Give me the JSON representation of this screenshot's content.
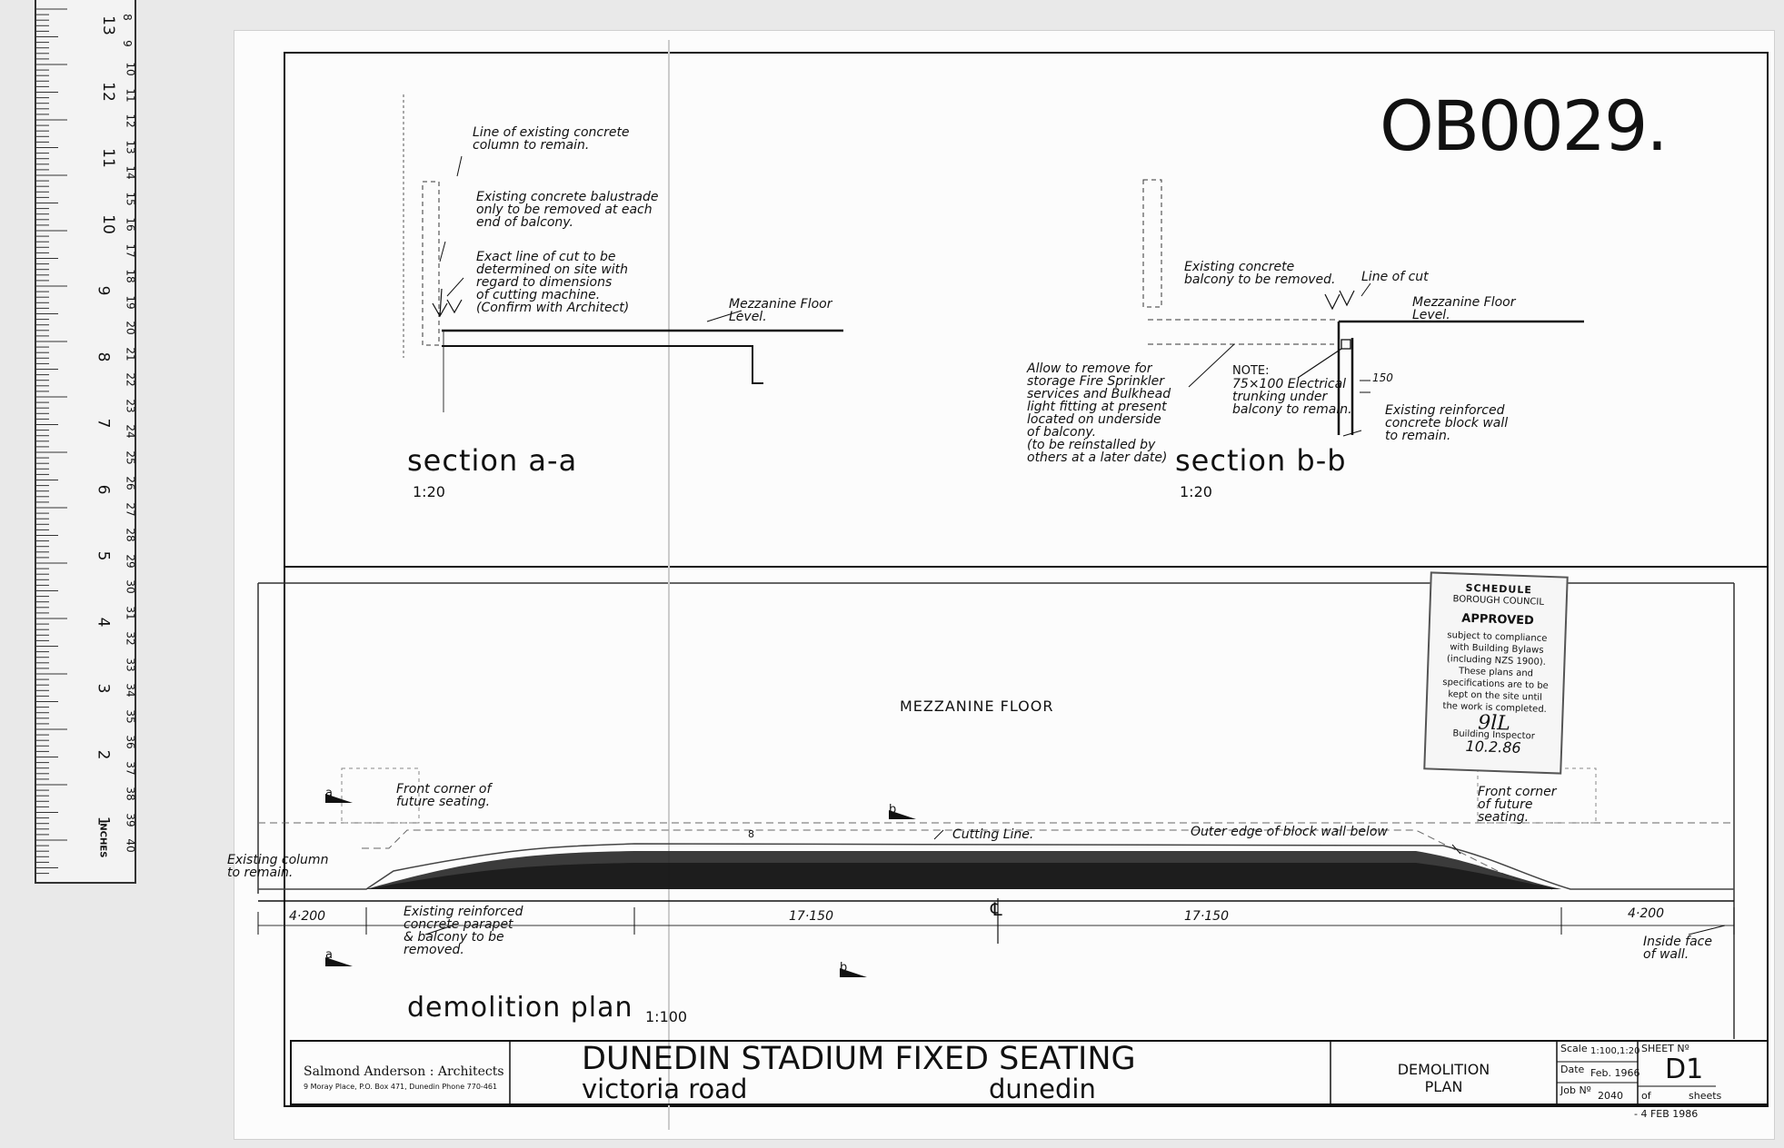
{
  "ruler": {
    "inch_labels": [
      "13",
      "12",
      "11",
      "10",
      "9",
      "8",
      "7",
      "6",
      "5",
      "4",
      "3",
      "2",
      "1"
    ],
    "cm_labels": [
      "8",
      "9",
      "10",
      "11",
      "12",
      "13",
      "14",
      "15",
      "16",
      "17",
      "18",
      "19",
      "20",
      "21",
      "22",
      "23",
      "24",
      "25",
      "26",
      "27",
      "28",
      "29",
      "30",
      "31",
      "32",
      "33",
      "34",
      "35",
      "36",
      "37",
      "38",
      "39",
      "40"
    ],
    "tag": "INCHES"
  },
  "archive_number": "OB0029.",
  "section_a": {
    "title": "section  a-a",
    "scale": "1:20",
    "note_column": [
      "Line of existing concrete",
      "column to remain."
    ],
    "note_balustrade": [
      "Existing concrete balustrade",
      "only to be removed at each",
      "end of balcony."
    ],
    "note_cut": [
      "Exact line of cut to be",
      "determined on site with",
      "regard to dimensions",
      "of cutting machine.",
      "(Confirm with Architect)"
    ],
    "note_mezzanine": [
      "Mezzanine Floor",
      "Level."
    ]
  },
  "section_b": {
    "title": "section  b-b",
    "scale": "1:20",
    "note_balcony": [
      "Existing concrete",
      "balcony to be removed."
    ],
    "note_line_of_cut": "Line of cut",
    "note_mezzanine": [
      "Mezzanine Floor",
      "Level."
    ],
    "note_allow": [
      "Allow to remove for",
      "storage Fire Sprinkler",
      "services and Bulkhead",
      "light fitting at present",
      "located on underside",
      "of balcony.",
      "(to be reinstalled by",
      "others at a later date)"
    ],
    "note_heading": "NOTE:",
    "note_trunking": [
      "75×100 Electrical",
      "trunking under",
      "balcony to remain."
    ],
    "dim_150": "150",
    "note_wall": [
      "Existing reinforced",
      "concrete block wall",
      "to remain."
    ]
  },
  "plan": {
    "title": "demolition plan",
    "scale": "1:100",
    "mezzanine_label": "MEZZANINE FLOOR",
    "front_corner_left": [
      "Front corner of",
      "future seating."
    ],
    "front_corner_right": [
      "Front corner",
      "of future",
      "seating."
    ],
    "cutting_line": "Cutting Line.",
    "outer_edge": "Outer edge of block wall below",
    "existing_column": [
      "Existing column",
      "to remain."
    ],
    "existing_parapet": [
      "Existing reinforced",
      "concrete parapet",
      "& balcony to be",
      "removed."
    ],
    "inside_face": [
      "Inside face",
      "of wall."
    ],
    "dim_left": "4·200",
    "dim_mid_left": "17·150",
    "dim_mid_right": "17·150",
    "dim_right": "4·200",
    "section_marker_a": "a",
    "section_marker_b": "b",
    "centerline": "℄",
    "level_mark": "8"
  },
  "stamp": {
    "head": "SCHEDULE",
    "sub": "BOROUGH COUNCIL",
    "approved": "APPROVED",
    "lines": [
      "subject to compliance",
      "with Building Bylaws",
      "(including NZS 1900).",
      "These plans and",
      "specifications are to be",
      "kept on the site until",
      "the work is completed."
    ],
    "signature": "9lL",
    "inspector": "Building Inspector",
    "date": "10.2.86"
  },
  "title_block": {
    "architect": "Salmond Anderson : Architects",
    "address": "9 Moray Place, P.O. Box 471, Dunedin     Phone 770-461",
    "project": "DUNEDIN STADIUM FIXED SEATING",
    "street": "victoria road",
    "city": "dunedin",
    "drawing_title": [
      "DEMOLITION",
      "PLAN"
    ],
    "scale_label": "Scale",
    "scale_value": "1:100,1:20",
    "date_label": "Date",
    "date_value": "Feb. 1966",
    "job_label": "Job Nº",
    "job_value": "2040",
    "sheet_label": "SHEET Nº",
    "sheet_value": "D1",
    "of_label": "of",
    "sheets_label": "sheets",
    "received_stamp": "- 4 FEB 1986"
  }
}
